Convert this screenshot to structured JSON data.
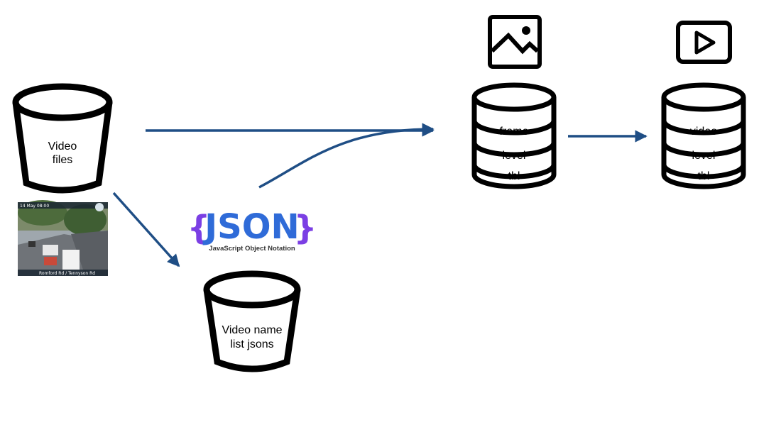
{
  "nodes": {
    "video_files": {
      "label_line1": "Video",
      "label_line2": "files"
    },
    "video_name_list": {
      "label_line1": "Video name",
      "label_line2": "list jsons"
    },
    "frame_level_tbl": {
      "row1": "frame",
      "row2": "level",
      "row3": "tbl"
    },
    "video_level_tbl": {
      "row1": "video",
      "row2": "level",
      "row3": "tbl"
    }
  },
  "json_logo": {
    "open_brace": "{",
    "word": "JSON",
    "close_brace": "}",
    "subtitle": "JavaScript Object Notation"
  },
  "camera_thumbnail": {
    "timestamp": "14 May 08:00",
    "location": "Romford Rd / Tennyson Rd"
  },
  "icons": {
    "image_icon": "image-icon",
    "video_icon": "play-video-icon",
    "cylinder_icon": "database-icon",
    "bucket_icon": "bucket-icon"
  },
  "colors": {
    "arrow": "#1f4e85",
    "json_brace": "#7b3fe4",
    "json_word": "#2f6bd8"
  }
}
